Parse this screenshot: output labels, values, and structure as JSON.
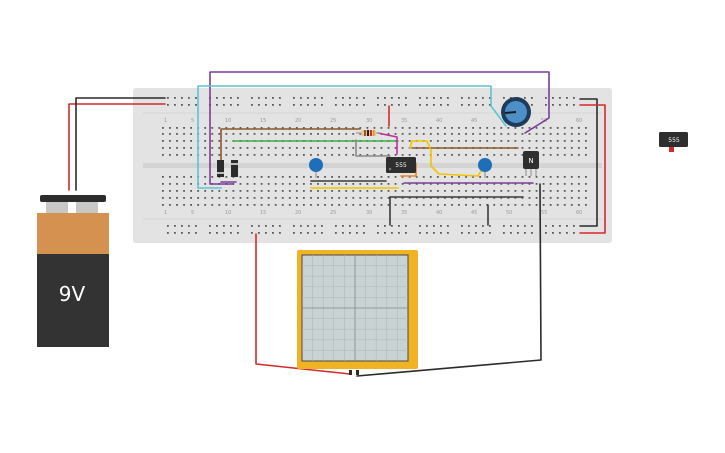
{
  "battery": {
    "label": "9V",
    "body_color": "#333333",
    "top_color": "#d4914f"
  },
  "chips": {
    "main": "555",
    "spare": "555"
  },
  "transistor": {
    "label": "N"
  },
  "breadboard": {
    "column_numbers": [
      "1",
      "5",
      "10",
      "15",
      "20",
      "25",
      "30",
      "35",
      "40",
      "45",
      "50",
      "55",
      "60"
    ]
  },
  "oscilloscope": {
    "frame_color": "#f0b323",
    "screen_color": "#c9d3d3"
  },
  "wire_colors": {
    "red": "#d42a2a",
    "black": "#2b2b2b",
    "purple": "#7a3d98",
    "cyan": "#5fc4d0",
    "brown": "#8b5a2b",
    "green": "#3cb043",
    "yellow": "#f2c400",
    "gray": "#8a8a8a",
    "orange": "#e8862a"
  }
}
